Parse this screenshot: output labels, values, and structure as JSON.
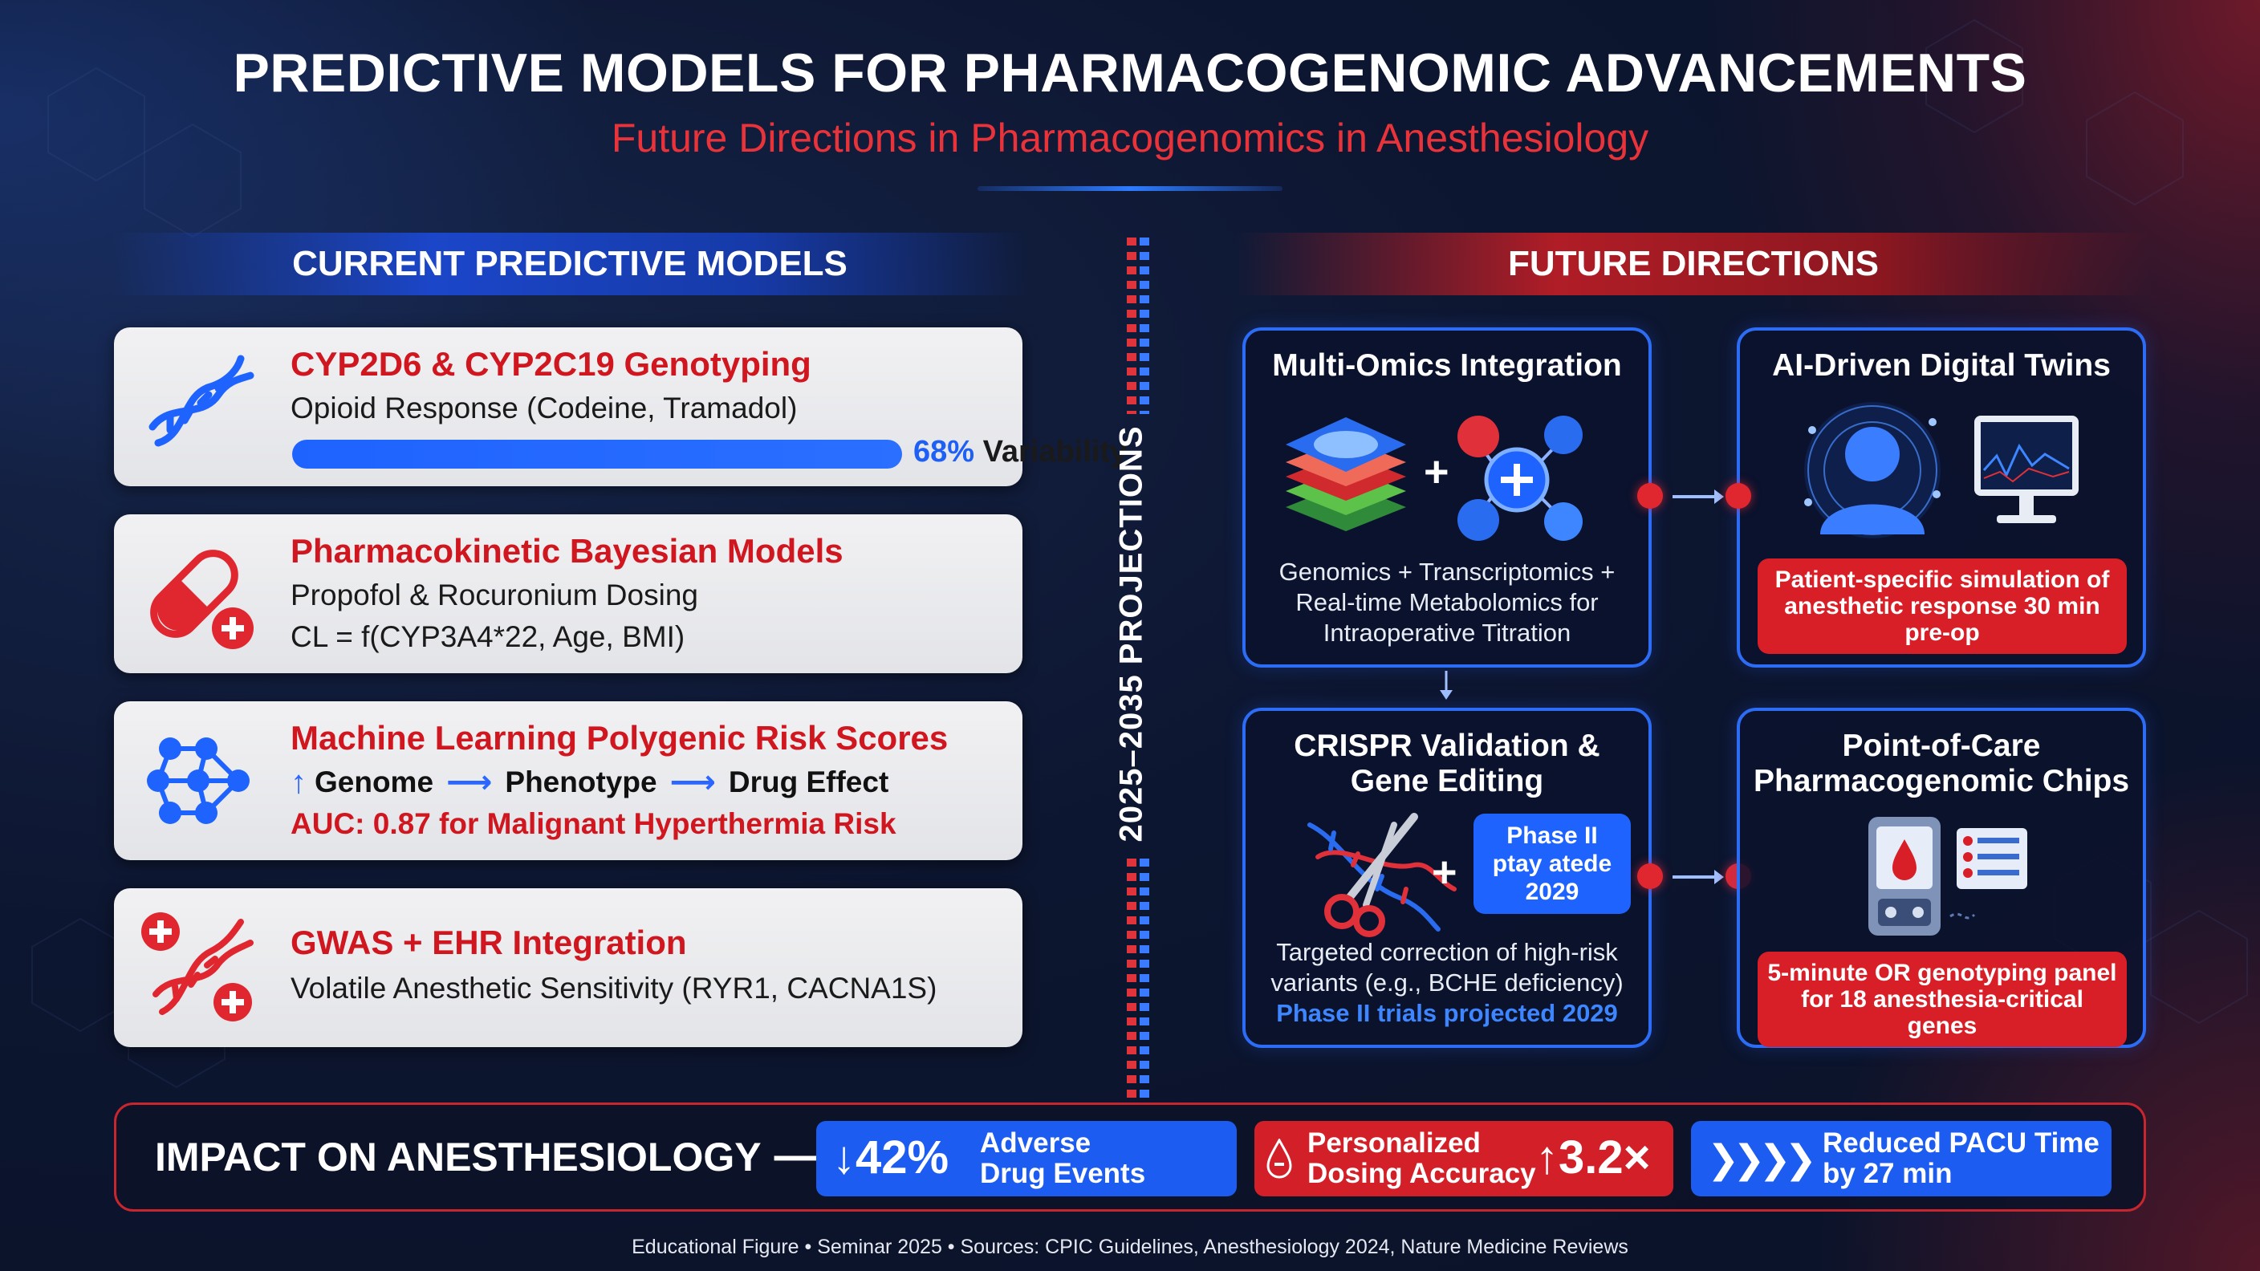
{
  "header": {
    "title": "PREDICTIVE MODELS FOR PHARMACOGENOMIC ADVANCEMENTS",
    "subtitle": "Future Directions in Pharmacogenomics in Anesthesiology"
  },
  "left_section": {
    "heading": "CURRENT PREDICTIVE MODELS",
    "cards": [
      {
        "title": "CYP2D6 & CYP2C19 Genotyping",
        "line1": "Opioid Response (Codeine, Tramadol)",
        "bar_percent": "68%",
        "bar_label": "Variability",
        "bar_fraction": 0.68,
        "icon": "dna-helix-icon"
      },
      {
        "title": "Pharmacokinetic Bayesian Models",
        "line1": "Propofol & Rocuronium Dosing",
        "line2": "CL = f(CYP3A4*22, Age, BMI)",
        "icon": "capsule-plus-icon"
      },
      {
        "title": "Machine Learning Polygenic Risk Scores",
        "flow": [
          "Genome",
          "Phenotype",
          "Drug Effect"
        ],
        "flow_prefix": "↑",
        "line2": "AUC: 0.87 for Malignant Hyperthermia Risk",
        "icon": "neural-network-icon"
      },
      {
        "title": "GWAS + EHR Integration",
        "line1": "Volatile Anesthetic Sensitivity (RYR1, CACNA1S)",
        "icon": "dna-plus-icon"
      }
    ]
  },
  "divider": {
    "label": "2025–2035 PROJECTIONS"
  },
  "right_section": {
    "heading": "FUTURE DIRECTIONS",
    "boxes": {
      "multi_omics": {
        "title": "Multi-Omics Integration",
        "text": [
          "Genomics + Transcriptomics +",
          "Real-time Metabolomics for",
          "Intraoperative Titration"
        ]
      },
      "digital_twins": {
        "title": "AI-Driven Digital Twins",
        "pill": [
          "Patient-specific simulation of",
          "anesthetic response 30 min",
          "pre-op"
        ]
      },
      "crispr": {
        "title": [
          "CRISPR Validation &",
          "Gene Editing"
        ],
        "badge": [
          "Phase II",
          "ptay atede",
          "2029"
        ],
        "text": [
          "Targeted correction of high-risk",
          "variants (e.g., BCHE deficiency)"
        ],
        "text_blue": "Phase II trials projected 2029"
      },
      "chips": {
        "title": [
          "Point-of-Care",
          "Pharmacogenomic Chips"
        ],
        "pill": [
          "5-minute OR genotyping panel",
          "for 18 anesthesia-critical genes"
        ]
      }
    }
  },
  "impact": {
    "label": "IMPACT ON ANESTHESIOLOGY",
    "tiles": [
      {
        "big": "↓42%",
        "small": [
          "Adverse",
          "Drug Events"
        ],
        "color": "#1d5cf0"
      },
      {
        "small": [
          "Personalized",
          "Dosing Accuracy"
        ],
        "big": "↑3.2×",
        "color": "#d21f28"
      },
      {
        "small": [
          "Reduced PACU Time",
          "by 27 min"
        ],
        "color": "#1d5cf0"
      }
    ]
  },
  "footer": "Educational Figure • Seminar 2025 • Sources: CPIC Guidelines, Anesthesiology 2024, Nature Medicine Reviews",
  "colors": {
    "accent_blue": "#1f63ff",
    "accent_red": "#d81e26",
    "background": "#0d1630"
  }
}
